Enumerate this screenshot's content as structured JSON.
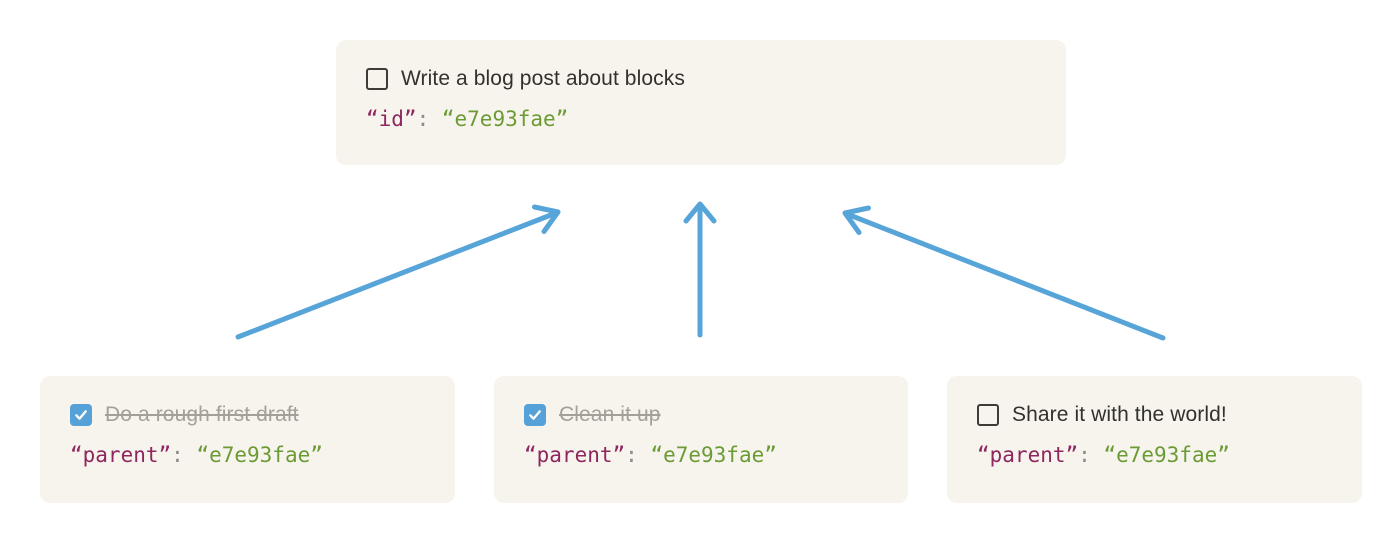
{
  "colors": {
    "page_bg": "#ffffff",
    "card_bg": "#f7f3ed",
    "task_text": "#33312c",
    "done_text": "#a3a09a",
    "checkbox_border": "#3e3c37",
    "checkbox_checked_bg": "#56a1d7",
    "arrow": "#57a4d9",
    "code_key": "#8e2760",
    "code_punct": "#8e8c88",
    "code_value": "#6b9b35"
  },
  "parent_card": {
    "task": "Write a blog post about blocks",
    "checked": false,
    "code": {
      "key": "“id”",
      "separator": ": ",
      "value": "“e7e93fae”"
    }
  },
  "child_cards": [
    {
      "task": "Do a rough first draft",
      "checked": true,
      "code": {
        "key": "“parent”",
        "separator": ": ",
        "value": "“e7e93fae”"
      }
    },
    {
      "task": "Clean it up",
      "checked": true,
      "code": {
        "key": "“parent”",
        "separator": ": ",
        "value": "“e7e93fae”"
      }
    },
    {
      "task": "Share it with the world!",
      "checked": false,
      "code": {
        "key": "“parent”",
        "separator": ": ",
        "value": "“e7e93fae”"
      }
    }
  ]
}
